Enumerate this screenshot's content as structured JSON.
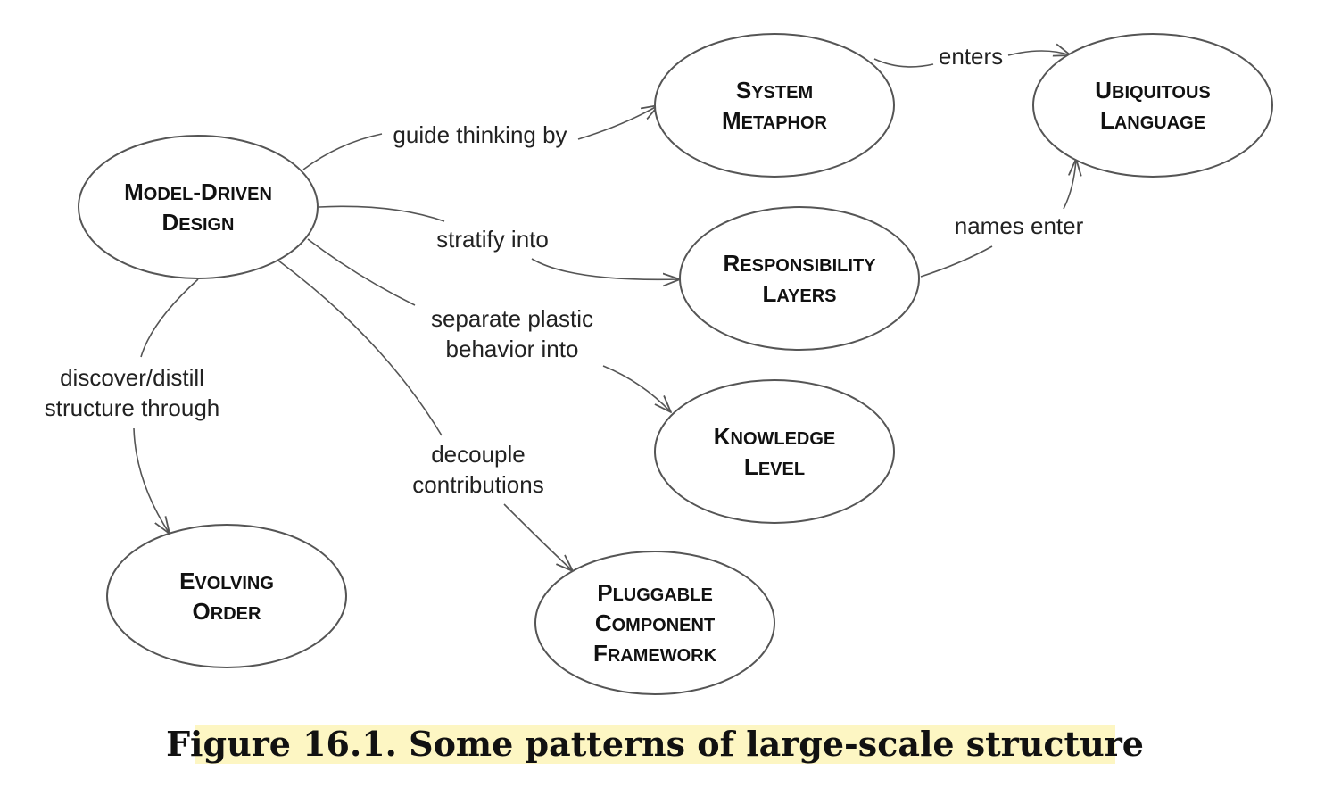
{
  "nodes": [
    {
      "id": "model_driven_design",
      "lines": [
        "Model-Driven",
        "Design"
      ]
    },
    {
      "id": "system_metaphor",
      "lines": [
        "System",
        "Metaphor"
      ]
    },
    {
      "id": "ubiquitous_language",
      "lines": [
        "Ubiquitous",
        "Language"
      ]
    },
    {
      "id": "responsibility_layers",
      "lines": [
        "Responsibility",
        "Layers"
      ]
    },
    {
      "id": "knowledge_level",
      "lines": [
        "Knowledge",
        "Level"
      ]
    },
    {
      "id": "evolving_order",
      "lines": [
        "Evolving",
        "Order"
      ]
    },
    {
      "id": "pluggable_component_framework",
      "lines": [
        "Pluggable",
        "Component",
        "Framework"
      ]
    }
  ],
  "edges": [
    {
      "id": "e1",
      "from": "model_driven_design",
      "to": "system_metaphor",
      "label": [
        "guide thinking by"
      ]
    },
    {
      "id": "e2",
      "from": "system_metaphor",
      "to": "ubiquitous_language",
      "label": [
        "enters"
      ]
    },
    {
      "id": "e3",
      "from": "model_driven_design",
      "to": "responsibility_layers",
      "label": [
        "stratify into"
      ]
    },
    {
      "id": "e4",
      "from": "responsibility_layers",
      "to": "ubiquitous_language",
      "label": [
        "names enter"
      ]
    },
    {
      "id": "e5",
      "from": "model_driven_design",
      "to": "knowledge_level",
      "label": [
        "separate plastic",
        "behavior into"
      ]
    },
    {
      "id": "e6",
      "from": "model_driven_design",
      "to": "evolving_order",
      "label": [
        "discover/distill",
        "structure through"
      ]
    },
    {
      "id": "e7",
      "from": "model_driven_design",
      "to": "pluggable_component_framework",
      "label": [
        "decouple",
        "contributions"
      ]
    }
  ],
  "caption": "Figure 16.1. Some patterns of large-scale structure"
}
